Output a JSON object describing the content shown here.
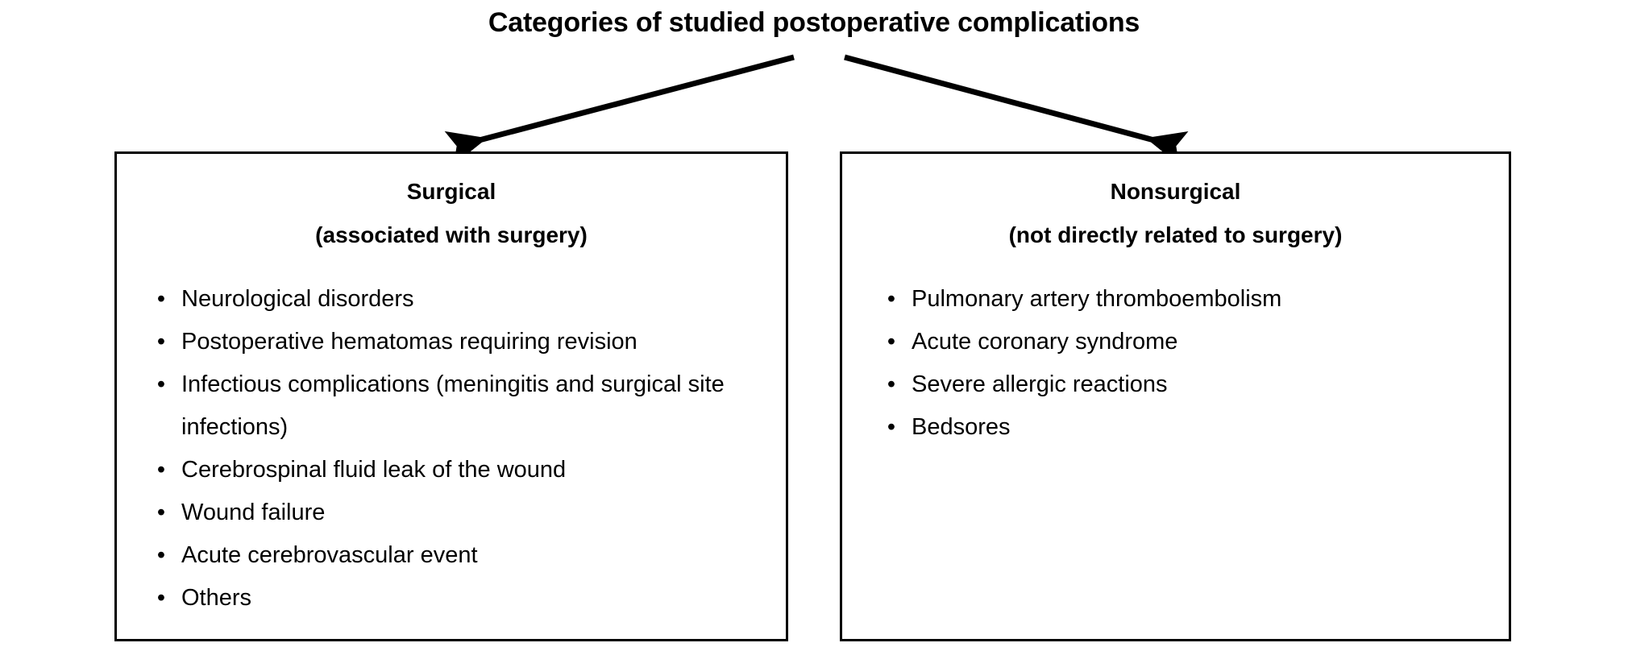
{
  "figure": {
    "title": "Categories of studied postoperative complications",
    "bullet_glyph": "•",
    "line_color": "#000000",
    "background_color": "#ffffff"
  },
  "arrows": [
    {
      "name": "arrow-to-surgical",
      "direction": "down-left"
    },
    {
      "name": "arrow-to-nonsurgical",
      "direction": "down-right"
    }
  ],
  "boxes": [
    {
      "id": "surgical",
      "heading": "Surgical",
      "subheading": "(associated with surgery)",
      "items": [
        "Neurological disorders",
        "Postoperative hematomas requiring revision",
        "Infectious complications (meningitis and surgical site infections)",
        "Cerebrospinal fluid leak of the wound",
        "Wound failure",
        "Acute cerebrovascular event",
        "Others"
      ]
    },
    {
      "id": "nonsurgical",
      "heading": "Nonsurgical",
      "subheading": "(not directly related to surgery)",
      "items": [
        "Pulmonary artery thromboembolism",
        "Acute coronary syndrome",
        "Severe allergic reactions",
        "Bedsores"
      ]
    }
  ]
}
